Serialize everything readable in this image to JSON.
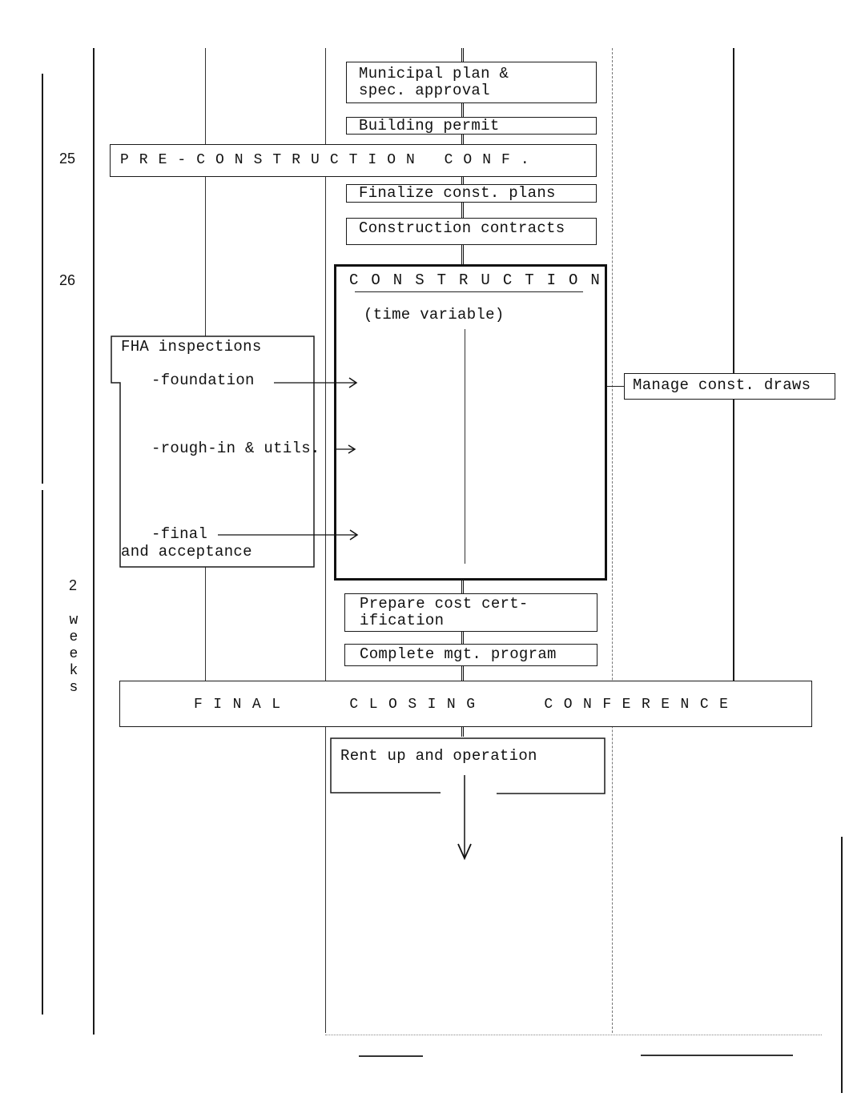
{
  "timeline": {
    "marker_25": "25",
    "marker_26": "26",
    "marker_2": "2",
    "weeks_label": "weeks"
  },
  "steps": {
    "municipal_approval": "Municipal plan &\nspec. approval",
    "building_permit": "Building permit",
    "pre_construction_conf": "PRE-CONSTRUCTION CONF.",
    "finalize_plans": "Finalize const. plans",
    "construction_contracts": "Construction contracts",
    "construction_title": "CONSTRUCTION",
    "construction_note": "(time variable)",
    "prepare_cost_cert": "Prepare cost cert-\nification",
    "complete_mgt_program": "Complete mgt. program",
    "final_closing_conf": "FINAL   CLOSING   CONFERENCE",
    "rent_up": "Rent up and operation"
  },
  "fha_inspections": {
    "title": "FHA inspections",
    "items": [
      "-foundation",
      "-rough-in & utils.",
      "-final"
    ],
    "final_continuation": "and acceptance"
  },
  "side_tasks": {
    "manage_draws": "Manage const. draws"
  }
}
